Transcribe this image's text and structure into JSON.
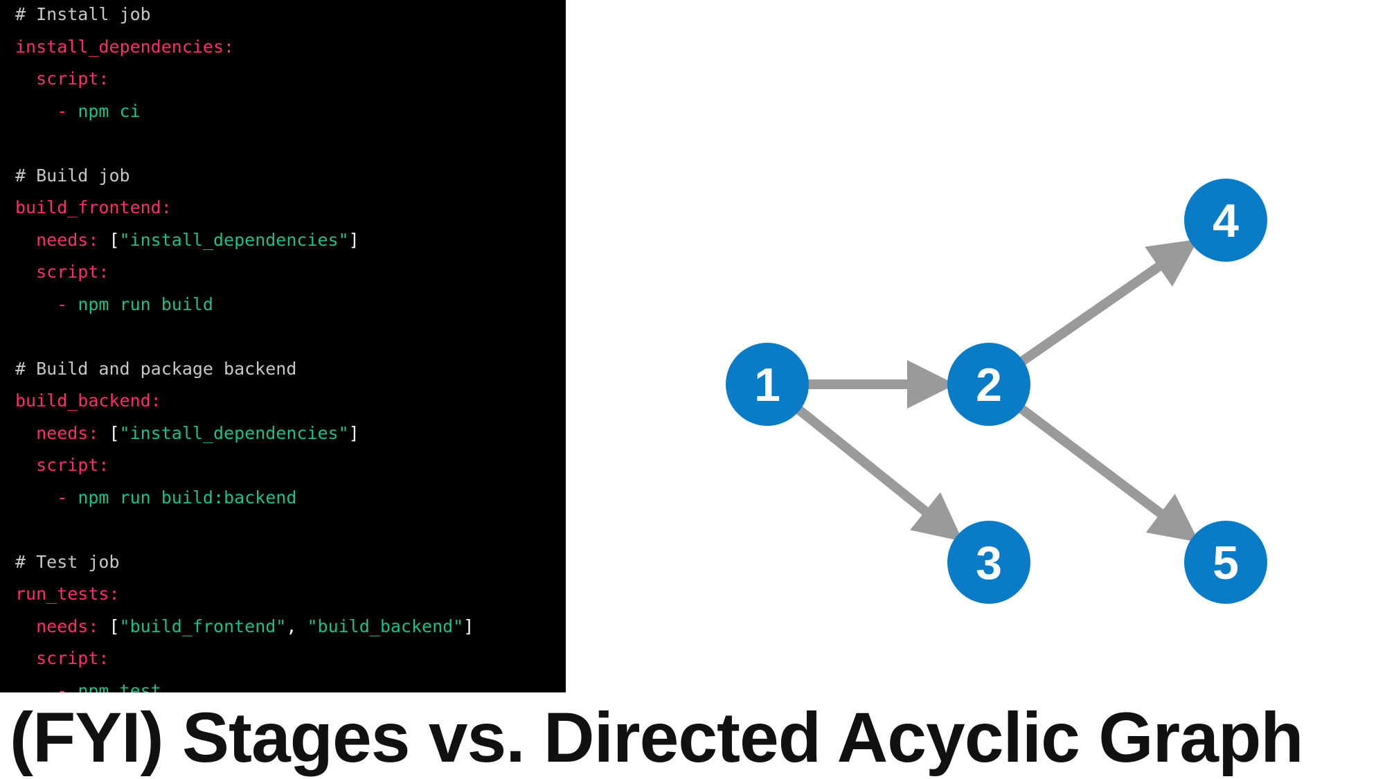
{
  "code": {
    "lines": [
      [
        {
          "t": "# Install job",
          "c": "comment"
        }
      ],
      [
        {
          "t": "install_dependencies:",
          "c": "key"
        }
      ],
      [
        {
          "t": "  script:",
          "c": "key"
        }
      ],
      [
        {
          "t": "    - ",
          "c": "key"
        },
        {
          "t": "npm ci",
          "c": "val"
        }
      ],
      [],
      [
        {
          "t": "# Build job",
          "c": "comment"
        }
      ],
      [
        {
          "t": "build_frontend:",
          "c": "key"
        }
      ],
      [
        {
          "t": "  needs: ",
          "c": "key"
        },
        {
          "t": "[",
          "c": "punc"
        },
        {
          "t": "\"install_dependencies\"",
          "c": "val"
        },
        {
          "t": "]",
          "c": "punc"
        }
      ],
      [
        {
          "t": "  script:",
          "c": "key"
        }
      ],
      [
        {
          "t": "    - ",
          "c": "key"
        },
        {
          "t": "npm run build",
          "c": "val"
        }
      ],
      [],
      [
        {
          "t": "# Build and package backend",
          "c": "comment"
        }
      ],
      [
        {
          "t": "build_backend:",
          "c": "key"
        }
      ],
      [
        {
          "t": "  needs: ",
          "c": "key"
        },
        {
          "t": "[",
          "c": "punc"
        },
        {
          "t": "\"install_dependencies\"",
          "c": "val"
        },
        {
          "t": "]",
          "c": "punc"
        }
      ],
      [
        {
          "t": "  script:",
          "c": "key"
        }
      ],
      [
        {
          "t": "    - ",
          "c": "key"
        },
        {
          "t": "npm run build:backend",
          "c": "val"
        }
      ],
      [],
      [
        {
          "t": "# Test job",
          "c": "comment"
        }
      ],
      [
        {
          "t": "run_tests:",
          "c": "key"
        }
      ],
      [
        {
          "t": "  needs: ",
          "c": "key"
        },
        {
          "t": "[",
          "c": "punc"
        },
        {
          "t": "\"build_frontend\"",
          "c": "val"
        },
        {
          "t": ", ",
          "c": "punc"
        },
        {
          "t": "\"build_backend\"",
          "c": "val"
        },
        {
          "t": "]",
          "c": "punc"
        }
      ],
      [
        {
          "t": "  script:",
          "c": "key"
        }
      ],
      [
        {
          "t": "    - ",
          "c": "key"
        },
        {
          "t": "npm test",
          "c": "val"
        }
      ]
    ]
  },
  "graph": {
    "nodes": [
      {
        "id": "1",
        "label": "1"
      },
      {
        "id": "2",
        "label": "2"
      },
      {
        "id": "3",
        "label": "3"
      },
      {
        "id": "4",
        "label": "4"
      },
      {
        "id": "5",
        "label": "5"
      }
    ],
    "edges": [
      {
        "from": "1",
        "to": "2"
      },
      {
        "from": "1",
        "to": "3"
      },
      {
        "from": "2",
        "to": "4"
      },
      {
        "from": "2",
        "to": "5"
      }
    ],
    "node_color": "#0a7cc7",
    "edge_color": "#9a9a9a"
  },
  "title": "(FYI) Stages vs. Directed Acyclic Graph"
}
